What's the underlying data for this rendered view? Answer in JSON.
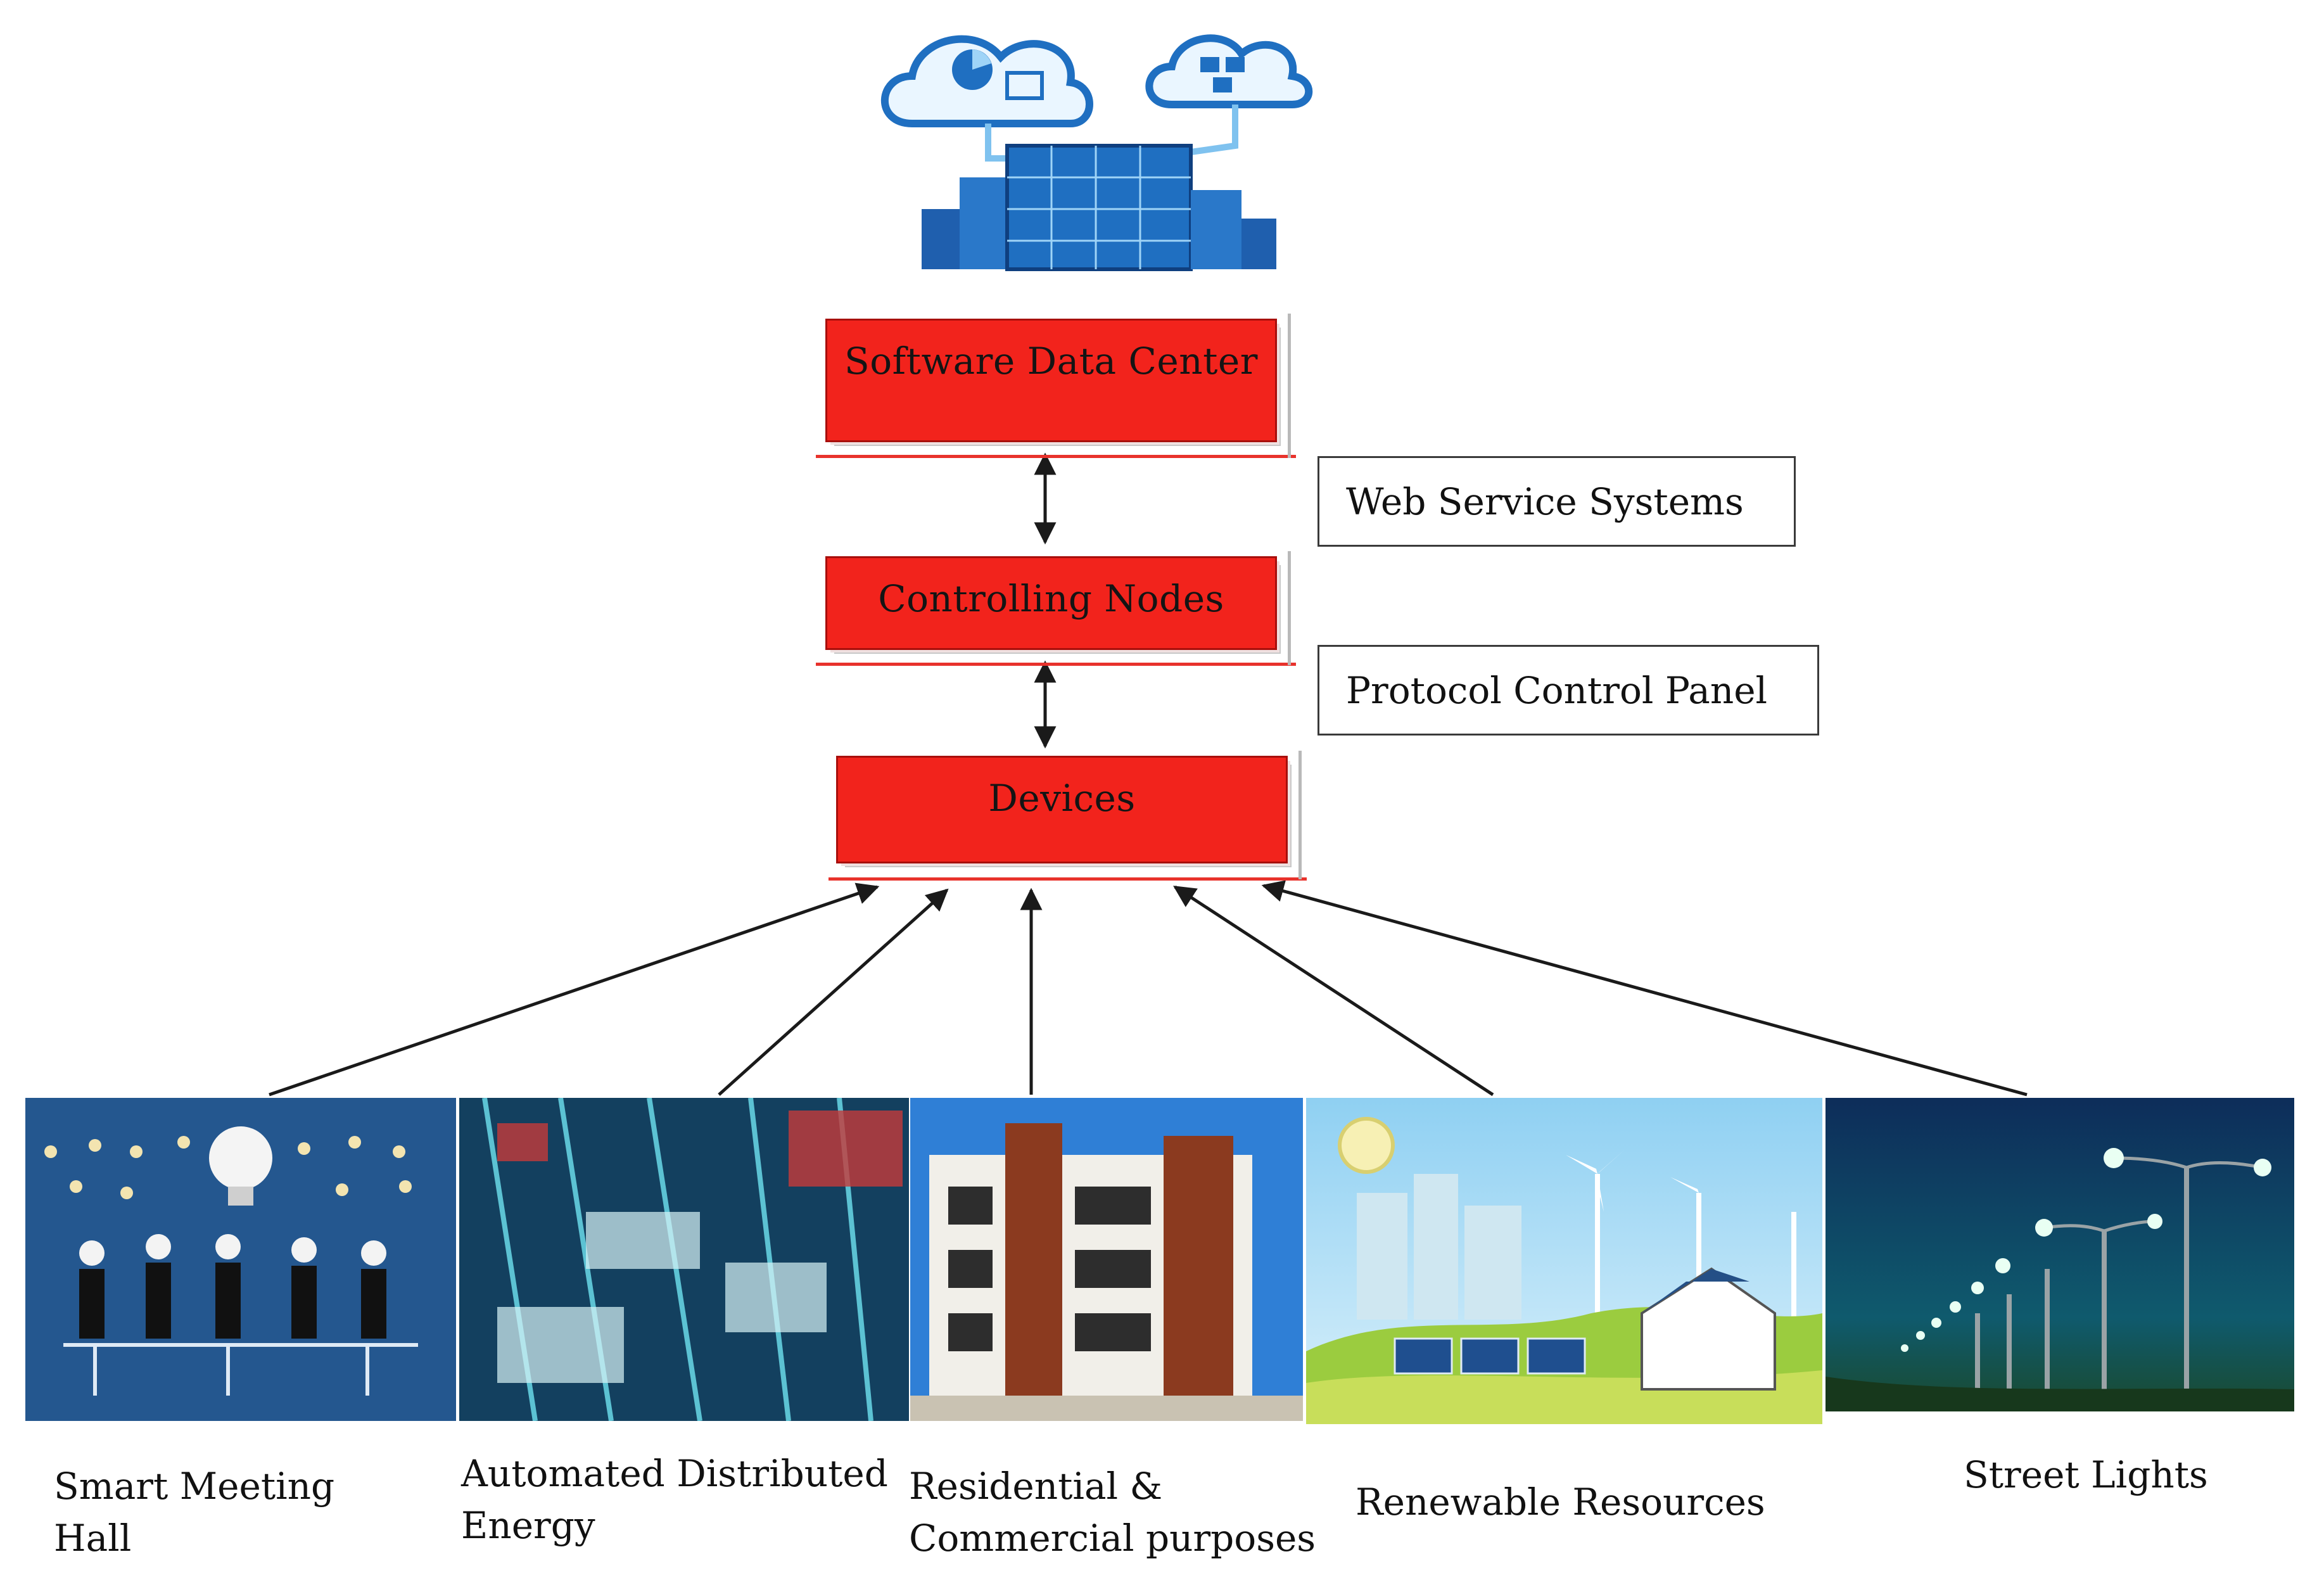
{
  "layers": {
    "software_data_center": "Software Data Center",
    "controlling_nodes": "Controlling Nodes",
    "devices": "Devices"
  },
  "side_labels": {
    "web_service_systems": "Web Service  Systems",
    "protocol_control_panel": "Protocol Control Panel"
  },
  "applications": [
    {
      "line1": "Smart Meeting",
      "line2": "Hall"
    },
    {
      "line1": "Automated Distributed",
      "line2": "Energy"
    },
    {
      "line1": "Residential  &",
      "line2": "Commercial purposes"
    },
    {
      "line1": "Renewable Resources",
      "line2": ""
    },
    {
      "line1": "Street Lights",
      "line2": ""
    }
  ],
  "icons": {
    "top": "cloud-data-center-icon",
    "tiles": [
      "meeting-hall-image",
      "distributed-energy-image",
      "residential-building-image",
      "renewable-energy-image",
      "street-lights-image"
    ]
  },
  "colors": {
    "layer_fill": "#f2231c",
    "layer_border": "#a80f0c",
    "building_blue": "#1f6fc1",
    "arrow": "#1a1a1a"
  }
}
